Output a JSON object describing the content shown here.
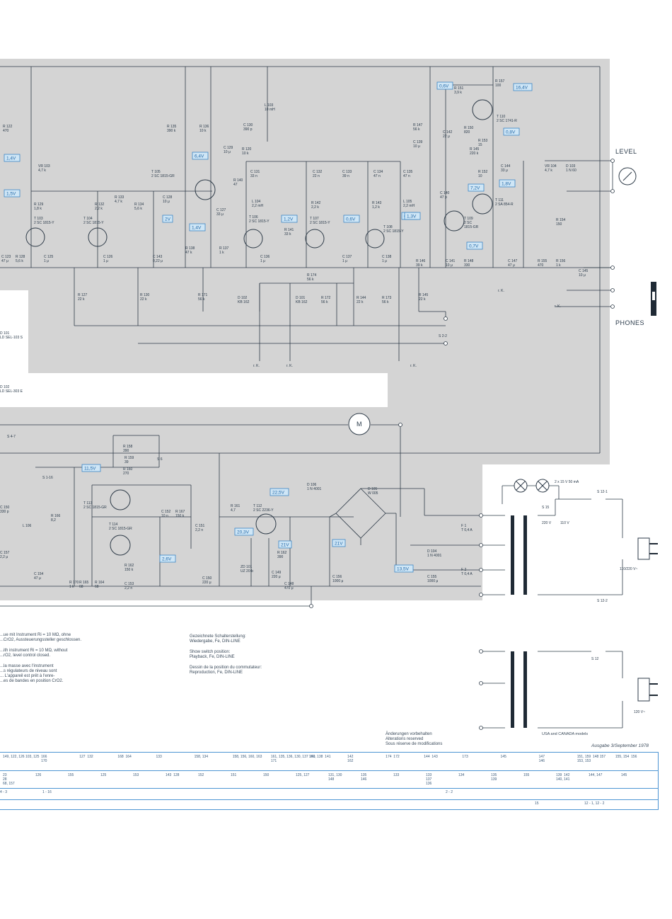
{
  "labels": {
    "level": "LEVEL",
    "phones": "PHONES",
    "motor": "M",
    "mains": "110/220 V~",
    "mains_us": "120 V~",
    "lamp": "2 x 15 V\n50 mA",
    "usa_models": "USA and CANADA models",
    "edition": "Ausgabe 3/September 1978"
  },
  "voltages": [
    "0,6V",
    "16,4V",
    "0,8V",
    "1,4V",
    "1,5V",
    "6,4V",
    "2V",
    "1,4V",
    "1,2V",
    "7,2V",
    "1,8V",
    "0,6V",
    "0,6V",
    "1,3V",
    "0,7V",
    "11,5V",
    "2,6V",
    "22,5V",
    "20,3V",
    "21V",
    "21V",
    "13,5V"
  ],
  "components": {
    "r122": "R 122\n470",
    "vr103": "VR 103\n4,7 k",
    "r129": "R 129\n1,8 k",
    "t103": "T 103\n2 SC 1815-Y",
    "c123": "C 123\n47 μ",
    "r128": "R 128\n5,6 k",
    "c125": "C 125\n1 μ",
    "r132": "R 132\n2,2 k",
    "r133": "R 133\n4,7 k",
    "t104": "T 104\n2 SC 1815-Y",
    "c126": "C 126\n1 μ",
    "r134": "R 134\n5,6 k",
    "c143": "C 143\n0,22 μ",
    "r135": "R 135\n390 k",
    "r136": "R 136\n10 k",
    "t105": "T 105\n2 SC 1815-GR",
    "c128": "C 128\n10 μ",
    "c129": "C 129\n10 μ",
    "r120": "R 120\n10 k",
    "c130": "C 130\n390 p",
    "l103": "L 103\n10 mH",
    "c131": "C 131\n33 n",
    "r140": "R 140\n47",
    "l104": "L 104\n2,2 mH",
    "t106": "T 106\n2 SC 1815-Y",
    "r141": "R 141\n33 k",
    "c132": "C 132\n22 n",
    "c133": "C 133\n39 n",
    "r142": "R 142\n2,2 k",
    "t107": "T 107\n2 SC 1815-Y",
    "c134": "C 134\n47 n",
    "c135": "C 135\n47 n",
    "r143": "R 143\n1,2 k",
    "l105": "L 105\n2,2 mH",
    "t108": "T 108\n2 SC 1815-Y",
    "c127": "C 127\n33 μ",
    "r138": "R 138\n47 k",
    "r137": "R 137\n1 k",
    "c136": "C 136\n1 μ",
    "c137": "C 137\n1 μ",
    "c138": "C 138\n1 μ",
    "r147": "R 147\n56 k",
    "c139": "C 139\n10 μ",
    "r151": "R 151\n3,9 k",
    "c142": "C 142\n22 μ",
    "r150": "R 150\n820",
    "r157": "R 157\n100",
    "t110": "T 110\n2 SC 1741-R",
    "r153": "R 153\n15",
    "r145b": "R 145\n220 k",
    "c144": "C 144\n33 μ",
    "r152": "R 152\n10",
    "vr104": "VR 104\n4,7 k",
    "d103": "D 103\n1 N 60",
    "c140": "C 140\n47 p",
    "t109": "T 109\n2 SC\n1815-GR",
    "t111": "T 111\n2 SA 854-R",
    "r154": "R 154\n150",
    "r146": "R 146\n39 k",
    "c141": "C 141\n10 μ",
    "r148": "R 148\n330",
    "c147": "C 147\n47 μ",
    "r155": "R 155\n470",
    "r156": "R 156\n1 k",
    "c145": "C 145\n10 μ",
    "r127": "R 127\n22 k",
    "r130": "R 130\n22 k",
    "r171": "R 171\n56 k",
    "d102": "D 102\nKB 162",
    "r174": "R 174\n56 k",
    "d101": "D 101\nKB 162",
    "r172": "R 172\n56 k",
    "r144": "R 144\n22 k",
    "r173": "R 173\n56 k",
    "r145": "R 145\n22 k",
    "s22": "S 2-2",
    "ld101": "D 101\nLD SEL-103 S",
    "ld102": "D 102\nLD SEL-303 E",
    "s47": "S 4-7",
    "s116": "S 1-16",
    "s6": "S 6",
    "r158": "R 158\n390",
    "r159": "R 159\n39",
    "r160": "R 160\n270",
    "t113": "T 113\n2 SC 1815-GR",
    "t114": "T 114\n2 SC 1815-GR",
    "c152": "C 152\n10 n",
    "r167": "R 167\n150 k",
    "c151": "C 151\n2,2 n",
    "r166": "R 166\n8,2",
    "c150": "C 150\n330 p",
    "l106": "L 106",
    "c157": "C 157\n2,2 μ",
    "c154": "C 154\n47 μ",
    "r170": "R 170\n1 k",
    "r165": "R 165\n68",
    "r164": "R 164\n68",
    "r162b": "R 162\n150 k",
    "c153": "C 153\n2,2 n",
    "r161": "R 161\n4,7",
    "t112": "T 112\n2 SC 2236-Y",
    "d106": "D 106\n1 N 4001",
    "zd101": "ZD 101\nUZ 20-b",
    "r162": "R 162\n390",
    "c149": "C 149\n220 μ",
    "c148": "C 148\n470 μ",
    "c150b": "C 150\n220 μ",
    "c156": "C 156\n1000 μ",
    "d105": "D 105\nW 005",
    "d104": "D 104\n1 N 4001",
    "c155": "C 155\n1000 μ",
    "f1": "F 1\nT 0,4 A",
    "f2": "F 2\nT 0,4 A",
    "s15": "S 15",
    "v220": "220 V",
    "v110": "110 V",
    "s121": "S 12-1",
    "s122": "S 12-2",
    "s12": "S 12",
    "rk": "r. K."
  },
  "notes": [
    "...ue mit Instrument Ri = 10 MΩ, ohne\n...CrO2, Aussteuerungssteller geschlossen.",
    "...ith instrument Ri = 10 MΩ, without\n...rO2, level control closed.",
    "...la masse avec l'instrument\n...s régulateurs de niveau sont\n... L'appareil est prêt à l'enre-\n...es de bandes en position CrO2."
  ],
  "switch_position": [
    "Gezeichnete Schalterstellung:\nWiedergabe, Fe, DIN-LINE",
    "Show switch position:\nPlayback, Fe, DIN-LINE",
    "Dessin de la position du commutateur:\nReproduction, Fe, DIN-LINE"
  ],
  "alterations": "Änderungen vorbehalten\nAlterations reserved\nSous réserve de modifications",
  "table": {
    "row1": [
      "149, 122, 126 103, 125",
      "166\n170",
      "127  132",
      "168  164",
      "133",
      "158, 134",
      "158, 156, 160, 163",
      "161, 135, 136, 130, 137 140\n171",
      "151, 138  141",
      "142\n162",
      "174  172",
      "144  143",
      "173",
      "145",
      "147\n146",
      "151, 159  148 157\n153, 153",
      "155, 154  156"
    ],
    "row2": [
      "23\n28\n68, 157",
      "126",
      "155",
      "125",
      "153",
      "143  128",
      "152",
      "151",
      "150",
      "125, 127",
      "131, 130\n148",
      "135\n146",
      "133",
      "133\n137\n136",
      "134",
      "135\n139",
      "155",
      "139  142\n140, 141",
      "144, 147",
      "145"
    ],
    "row3": [
      "4 - 3",
      "1 - 16",
      "2 - 2"
    ],
    "row4": [
      "15",
      "12 - 1, 12 - 2"
    ]
  }
}
